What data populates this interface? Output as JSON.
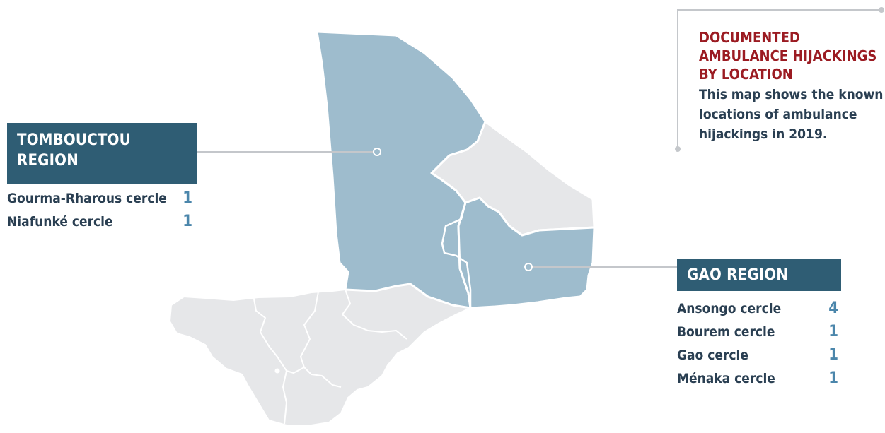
{
  "info": {
    "title": "DOCUMENTED AMBULANCE HIJACKINGS BY LOCATION",
    "description": "This map shows the known locations of ambulance hijackings in 2019."
  },
  "regions": {
    "tombouctou": {
      "label": "TOMBOUCTOU REGION",
      "items": [
        {
          "name": "Gourma-Rharous cercle",
          "count": "1"
        },
        {
          "name": "Niafunké cercle",
          "count": "1"
        }
      ]
    },
    "gao": {
      "label": "GAO REGION",
      "items": [
        {
          "name": "Ansongo cercle",
          "count": "4"
        },
        {
          "name": "Bourem cercle",
          "count": "1"
        },
        {
          "name": "Gao cercle",
          "count": "1"
        },
        {
          "name": "Ménaka cercle",
          "count": "1"
        }
      ]
    }
  },
  "colors": {
    "highlight_region": "#9ebccd",
    "other_region": "#e6e7e9",
    "label_bg": "#2f5d74",
    "title_red": "#9b1b22",
    "count_blue": "#4b86ab",
    "text_dark": "#2a3f52"
  }
}
